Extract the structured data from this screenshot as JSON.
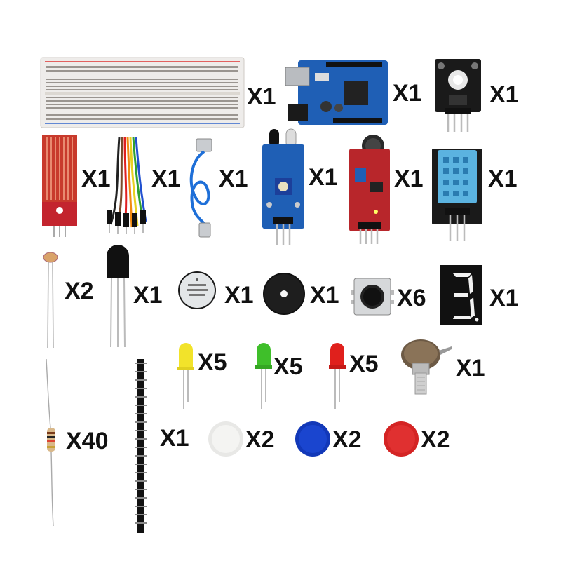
{
  "items": [
    {
      "component": "breadboard-icon",
      "quantity": "X1"
    },
    {
      "component": "uno-board-icon",
      "quantity": "X1"
    },
    {
      "component": "rgb-led-module-icon",
      "quantity": "X1"
    },
    {
      "component": "water-level-sensor-icon",
      "quantity": "X1"
    },
    {
      "component": "jumper-wires-icon",
      "quantity": "X1"
    },
    {
      "component": "usb-cable-icon",
      "quantity": "X1"
    },
    {
      "component": "ir-obstacle-sensor-icon",
      "quantity": "X1"
    },
    {
      "component": "sound-sensor-icon",
      "quantity": "X1"
    },
    {
      "component": "dht11-sensor-icon",
      "quantity": "X1"
    },
    {
      "component": "photoresistor-icon",
      "quantity": "X2"
    },
    {
      "component": "temperature-sensor-icon",
      "quantity": "X1"
    },
    {
      "component": "active-buzzer-icon",
      "quantity": "X1"
    },
    {
      "component": "passive-buzzer-icon",
      "quantity": "X1"
    },
    {
      "component": "push-button-icon",
      "quantity": "X6"
    },
    {
      "component": "seven-segment-display-icon",
      "quantity": "X1"
    },
    {
      "component": "yellow-led-icon",
      "quantity": "X5"
    },
    {
      "component": "green-led-icon",
      "quantity": "X5"
    },
    {
      "component": "red-led-icon",
      "quantity": "X5"
    },
    {
      "component": "potentiometer-icon",
      "quantity": "X1"
    },
    {
      "component": "resistor-icon",
      "quantity": "X40"
    },
    {
      "component": "pin-header-icon",
      "quantity": "X1"
    },
    {
      "component": "white-button-cap-icon",
      "quantity": "X2"
    },
    {
      "component": "blue-button-cap-icon",
      "quantity": "X2"
    },
    {
      "component": "red-button-cap-icon",
      "quantity": "X2"
    }
  ],
  "colors": {
    "pcb_blue": "#1f5fb5",
    "pcb_red": "#b8262b",
    "pcb_black": "#1a1a1a",
    "led_yellow": "#f2e32a",
    "led_green": "#3fbf2a",
    "led_red": "#e0201c",
    "cap_blue": "#1238b8",
    "cap_red": "#d42424",
    "cap_white": "#eeeeee"
  }
}
